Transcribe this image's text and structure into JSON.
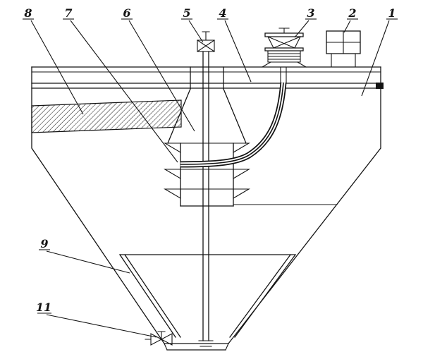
{
  "diagram": {
    "background_color": "#ffffff",
    "line_color": "#141414",
    "labels": {
      "part8": "8",
      "part7": "7",
      "part6": "6",
      "part5": "5",
      "part4": "4",
      "part3": "3",
      "part2": "2",
      "part1": "1",
      "part9": "9",
      "part11": "11"
    }
  }
}
